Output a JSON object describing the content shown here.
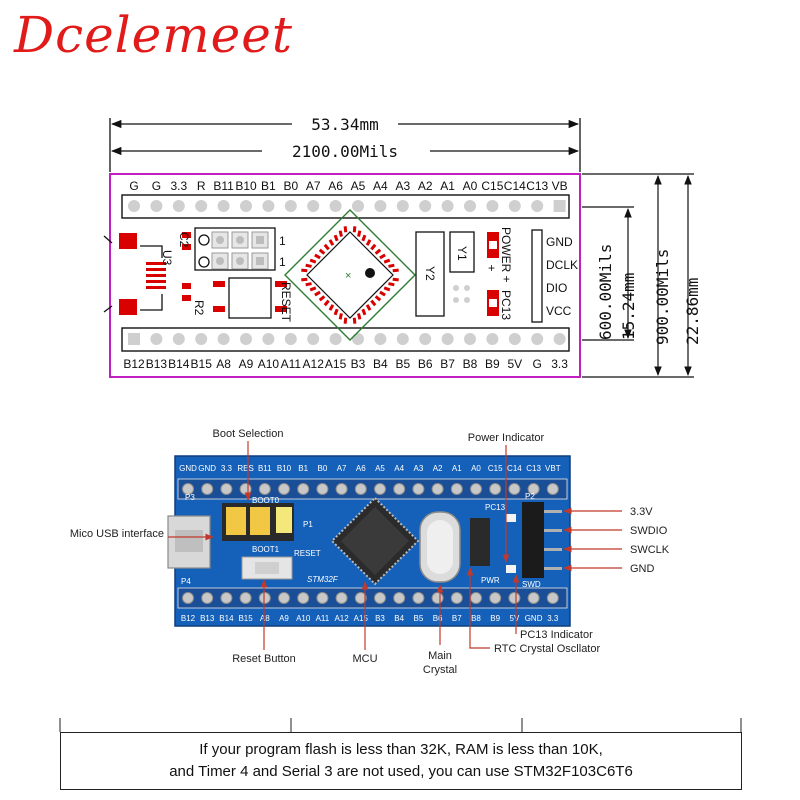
{
  "brand": {
    "name": "Dcelemeet",
    "color": "#e11a1a"
  },
  "footprint": {
    "width_mm": "53.34mm",
    "width_mils": "2100.00Mils",
    "top_pins": [
      "G",
      "G",
      "3.3",
      "R",
      "B11",
      "B10",
      "B1",
      "B0",
      "A7",
      "A6",
      "A5",
      "A4",
      "A3",
      "A2",
      "A1",
      "A0",
      "C15",
      "C14",
      "C13",
      "VB"
    ],
    "bottom_pins": [
      "B12",
      "B13",
      "B14",
      "B15",
      "A8",
      "A9",
      "A10",
      "A11",
      "A12",
      "A15",
      "B3",
      "B4",
      "B5",
      "B6",
      "B7",
      "B8",
      "B9",
      "5V",
      "G",
      "3.3"
    ],
    "swd_pins": [
      "GND",
      "DCLK",
      "DIO",
      "VCC"
    ],
    "labels": {
      "u3": "U3",
      "c2": "C2",
      "r2": "R2",
      "reset": "RESET",
      "y1": "Y1",
      "y2": "Y2",
      "power": "POWER",
      "pc13": "PC13",
      "one_a": "1",
      "one_b": "1",
      "plus_a": "+",
      "plus_b": "+"
    },
    "dims": {
      "mils_600": "600.00Mils",
      "mm_15": "15.24mm",
      "mils_900": "900.00Mils",
      "mm_22": "22.86mm"
    },
    "outline_color": "#c21fc2",
    "pad_color": "#d90000"
  },
  "board": {
    "pcb_color": "#1560b8",
    "top_pins": [
      "GND",
      "GND",
      "3.3",
      "RES",
      "B11",
      "B10",
      "B1",
      "B0",
      "A7",
      "A6",
      "A5",
      "A4",
      "A3",
      "A2",
      "A1",
      "A0",
      "C15",
      "C14",
      "C13",
      "VBT"
    ],
    "bottom_pins": [
      "B12",
      "B13",
      "B14",
      "B15",
      "A8",
      "A9",
      "A10",
      "A11",
      "A12",
      "A15",
      "B3",
      "B4",
      "B5",
      "B6",
      "B7",
      "B8",
      "B9",
      "5V",
      "GND",
      "3.3"
    ],
    "silk": {
      "p3": "P3",
      "p4": "P4",
      "p1": "P1",
      "p2": "P2",
      "boot0": "BOOT0",
      "boot1": "BOOT1",
      "reset": "RESET",
      "stm": "STM32F",
      "pc13": "PC13",
      "pwr": "PWR",
      "swd": "SWD"
    },
    "callouts": {
      "boot": "Boot Selection",
      "power": "Power Indicator",
      "usb": "Mico USB interface",
      "v33": "3.3V",
      "swdio": "SWDIO",
      "swclk": "SWCLK",
      "gnd": "GND",
      "reset": "Reset Button",
      "mcu": "MCU",
      "main_crystal_1": "Main",
      "main_crystal_2": "Crystal",
      "pc13": "PC13 Indicator",
      "rtc": "RTC Crystal Oscllator"
    }
  },
  "note": {
    "line1": "If your program flash is less than 32K, RAM is less than 10K,",
    "line2": "and Timer 4 and Serial 3 are not used, you can use STM32F103C6T6"
  }
}
